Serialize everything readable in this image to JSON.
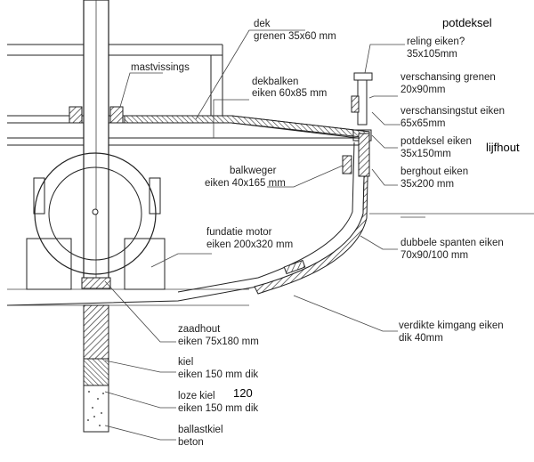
{
  "title": "potdeksel",
  "labels": {
    "dek_1": "dek",
    "dek_2": "grenen 35x60 mm",
    "mastvissings": "mastvissings",
    "dekbalken_1": "dekbalken",
    "dekbalken_2": "eiken 60x85 mm",
    "reling_1": "reling eiken?",
    "reling_2": "35x105mm",
    "verschansing_1": "verschansing grenen",
    "verschansing_2": "20x90mm",
    "verschansingstut_1": "verschansingstut eiken",
    "verschansingstut_2": "65x65mm",
    "potdeksel_1": "potdeksel eiken",
    "potdeksel_2": "35x150mm",
    "lijfhout": "lijfhout",
    "berghout_1": "berghout eiken",
    "berghout_2": "35x200 mm",
    "balkweger_1": "balkweger",
    "balkweger_2": "eiken 40x165 mm",
    "fundatie_1": "fundatie motor",
    "fundatie_2": "eiken 200x320 mm",
    "spanten_1": "dubbele spanten eiken",
    "spanten_2": "70x90/100 mm",
    "kimgang_1": "verdikte kimgang eiken",
    "kimgang_2": "dik 40mm",
    "zaadhout_1": "zaadhout",
    "zaadhout_2": "eiken 75x180 mm",
    "kiel_1": "kiel",
    "kiel_2": "eiken 150 mm dik",
    "lozekiel_1": "loze kiel",
    "lozekiel_2": "eiken 150 mm dik",
    "lozekiel_note": "120",
    "ballast_1": "ballastkiel",
    "ballast_2": "beton"
  }
}
